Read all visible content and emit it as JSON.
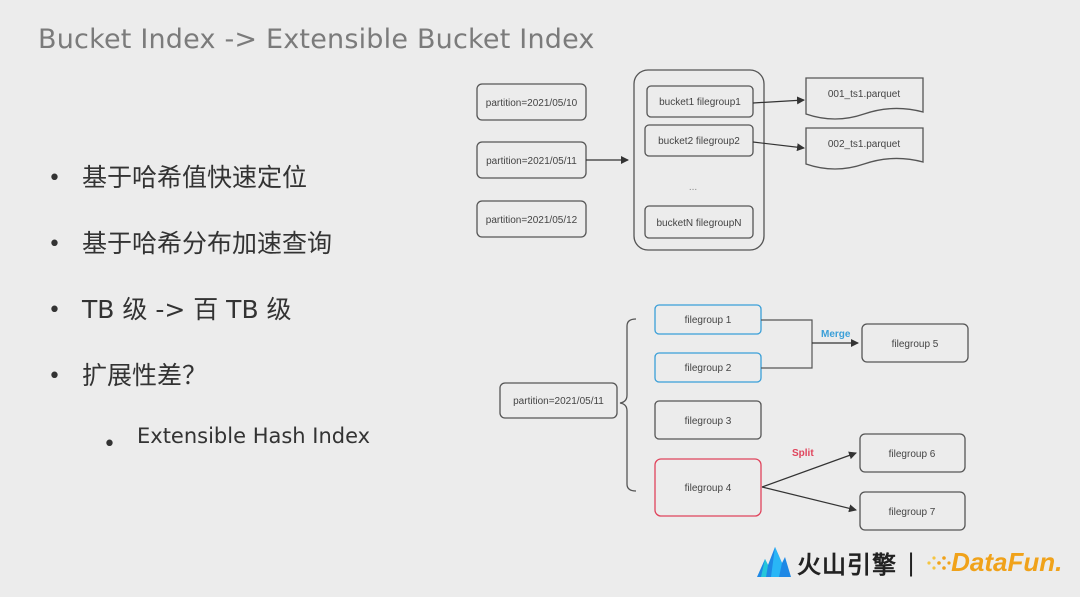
{
  "slide": {
    "title": "Bucket Index -> Extensible Bucket Index",
    "bullets": [
      {
        "text": "基于哈希值快速定位",
        "level": 1
      },
      {
        "text": "基于哈希分布加速查询",
        "level": 1
      },
      {
        "text": "TB 级 -> 百 TB 级",
        "level": 1
      },
      {
        "text": "扩展性差？",
        "level": 1
      },
      {
        "text": "Extensible Hash Index",
        "level": 2
      }
    ],
    "bullet_glyph": "•"
  },
  "top_diagram": {
    "partitions": [
      "partition=2021/05/10",
      "partition=2021/05/11",
      "partition=2021/05/12"
    ],
    "buckets": [
      "bucket1 filegroup1",
      "bucket2 filegroup2",
      "...",
      "bucketN filegroupN"
    ],
    "files": [
      "001_ts1.parquet",
      "002_ts1.parquet"
    ]
  },
  "bottom_diagram": {
    "partition": "partition=2021/05/11",
    "filegroups": [
      "filegroup 1",
      "filegroup 2",
      "filegroup 3",
      "filegroup 4"
    ],
    "merge_label": "Merge",
    "merge_result": "filegroup 5",
    "split_label": "Split",
    "split_results": [
      "filegroup 6",
      "filegroup 7"
    ],
    "colors": {
      "merge": "#3a9fd8",
      "split": "#e0445c",
      "neutral": "#555555"
    }
  },
  "footer": {
    "brand_cn": "火山引擎",
    "separator": "|",
    "brand_en": "DataFun."
  }
}
